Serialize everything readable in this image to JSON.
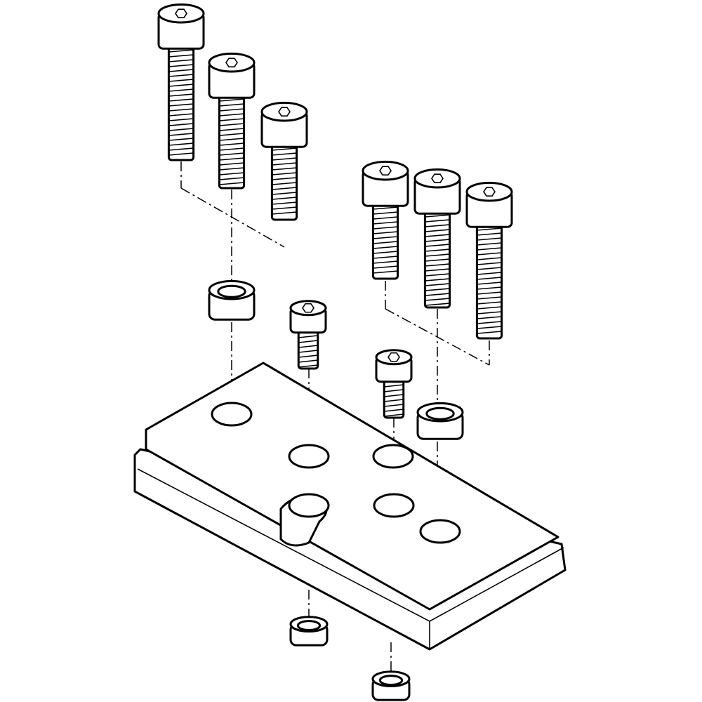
{
  "diagram": {
    "type": "exploded-assembly-line-drawing",
    "colors": {
      "line": "#000000",
      "background": "#ffffff"
    },
    "parts": {
      "long_screws": 6,
      "short_screws": 2,
      "sleeves": 2,
      "bottom_caps": 2,
      "mounting_plate": 1
    }
  }
}
